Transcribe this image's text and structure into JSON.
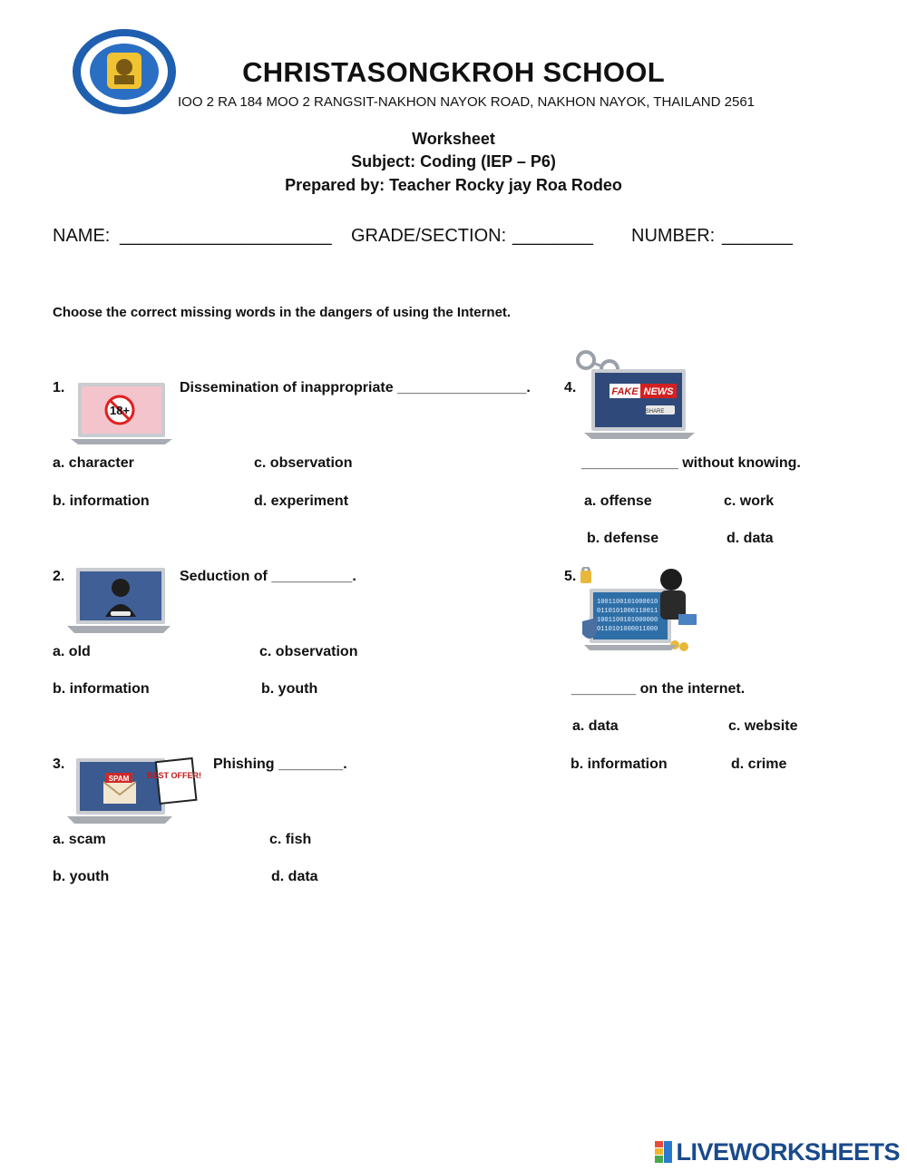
{
  "header": {
    "school": "CHRISTASONGKROH SCHOOL",
    "address": "IOO 2 RA 184 MOO 2 RANGSIT-NAKHON NAYOK ROAD, NAKHON NAYOK, THAILAND 2561",
    "worksheet": "Worksheet",
    "subject": "Subject: Coding (IEP – P6)",
    "prepared_by": "Prepared by: Teacher Rocky jay Roa Rodeo"
  },
  "fields": {
    "name_label": "NAME:",
    "name_blank": "_____________________",
    "grade_label": "GRADE/SECTION:",
    "grade_blank": "________",
    "number_label": "NUMBER:",
    "number_blank": "_______"
  },
  "instruction": "Choose the correct missing words in the dangers of using the Internet.",
  "questions": [
    {
      "num": "1.",
      "text": "Dissemination of inappropriate ________________.",
      "image_label": "18+",
      "a": "a. character",
      "b": "b. information",
      "c": "c. observation",
      "d": "d. experiment"
    },
    {
      "num": "2.",
      "text": "Seduction of __________.",
      "a": "a. old",
      "b": "b. information",
      "c": "c. observation",
      "d": "b. youth"
    },
    {
      "num": "3.",
      "text": "Phishing ________.",
      "image_label_1": "SPAM",
      "image_label_2": "BEST OFFER!",
      "a": "a. scam",
      "b": "b. youth",
      "c": "c. fish",
      "d": "d. data"
    },
    {
      "num": "4.",
      "text": "____________ without knowing.",
      "image_label_1": "FAKE",
      "image_label_2": "NEWS",
      "image_label_3": "SHARE",
      "a": "a. offense",
      "b": "b. defense",
      "c": "c. work",
      "d": "d. data"
    },
    {
      "num": "5.",
      "text": "________ on the internet.",
      "binary": [
        "1001100101000010",
        "0110101000110011",
        "1001100101000000",
        "0110101000011000"
      ],
      "a": "a. data",
      "b": "b. information",
      "c": "c. website",
      "d": "d. crime"
    }
  ],
  "footer": {
    "brand": "LIVEWORKSHEETS"
  },
  "colors": {
    "footer_brand": "#1a4a8c",
    "laptop_screen": "#2f4a7a"
  }
}
